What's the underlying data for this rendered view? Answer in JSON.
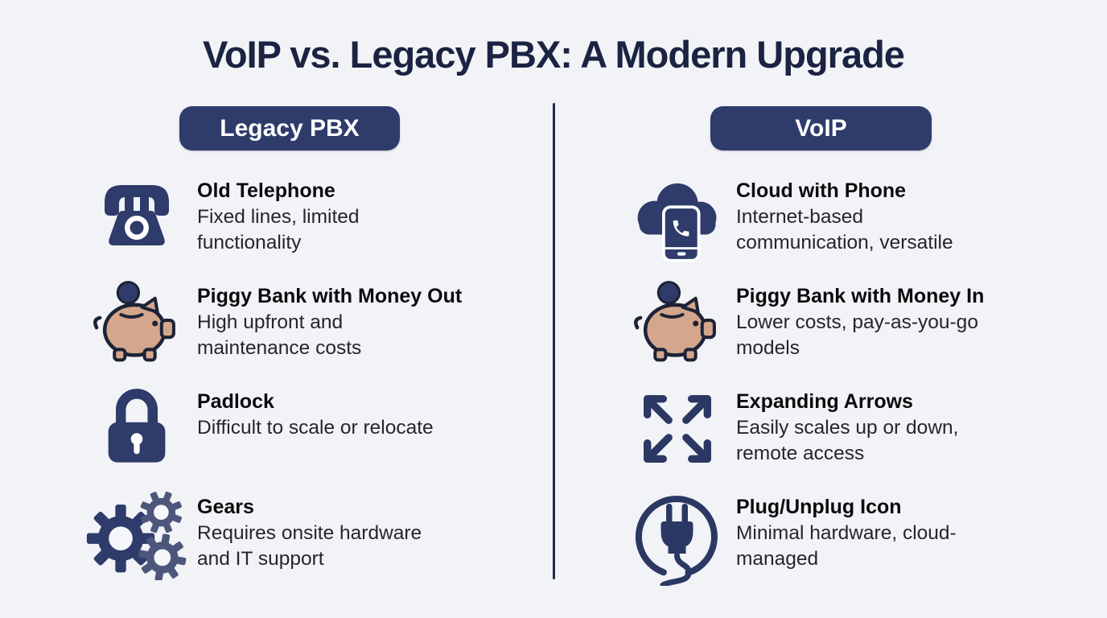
{
  "page": {
    "title": "VoIP vs. Legacy PBX: A Modern Upgrade"
  },
  "colors": {
    "background": "#f2f3f6",
    "title_navy": "#1b2342",
    "badge_navy": "#2e3b6b",
    "icon_navy": "#2e3b6b",
    "icon_outline": "#1d2336",
    "pig_body": "#d4a68c",
    "gear_light": "#4c577b",
    "divider": "#232c4e"
  },
  "columns": [
    {
      "header": "Legacy PBX",
      "rows": [
        {
          "icon": "old-telephone-icon",
          "title": "Old Telephone",
          "description": "Fixed lines, limited\nfunctionality"
        },
        {
          "icon": "piggy-bank-money-out-icon",
          "title": "Piggy Bank with Money Out",
          "description": "High upfront and\nmaintenance costs"
        },
        {
          "icon": "padlock-icon",
          "title": "Padlock",
          "description": "Difficult to scale or relocate"
        },
        {
          "icon": "gears-icon",
          "title": "Gears",
          "description": "Requires onsite hardware\nand IT support"
        }
      ]
    },
    {
      "header": "VoIP",
      "rows": [
        {
          "icon": "cloud-with-phone-icon",
          "title": "Cloud with Phone",
          "description": "Internet-based\ncommunication, versatile"
        },
        {
          "icon": "piggy-bank-money-in-icon",
          "title": "Piggy Bank with Money In",
          "description": "Lower costs, pay-as-you-go\nmodels"
        },
        {
          "icon": "expanding-arrows-icon",
          "title": "Expanding Arrows",
          "description": "Easily scales up or down,\nremote access"
        },
        {
          "icon": "plug-unplug-icon",
          "title": "Plug/Unplug Icon",
          "description": "Minimal hardware, cloud-\nmanaged"
        }
      ]
    }
  ]
}
